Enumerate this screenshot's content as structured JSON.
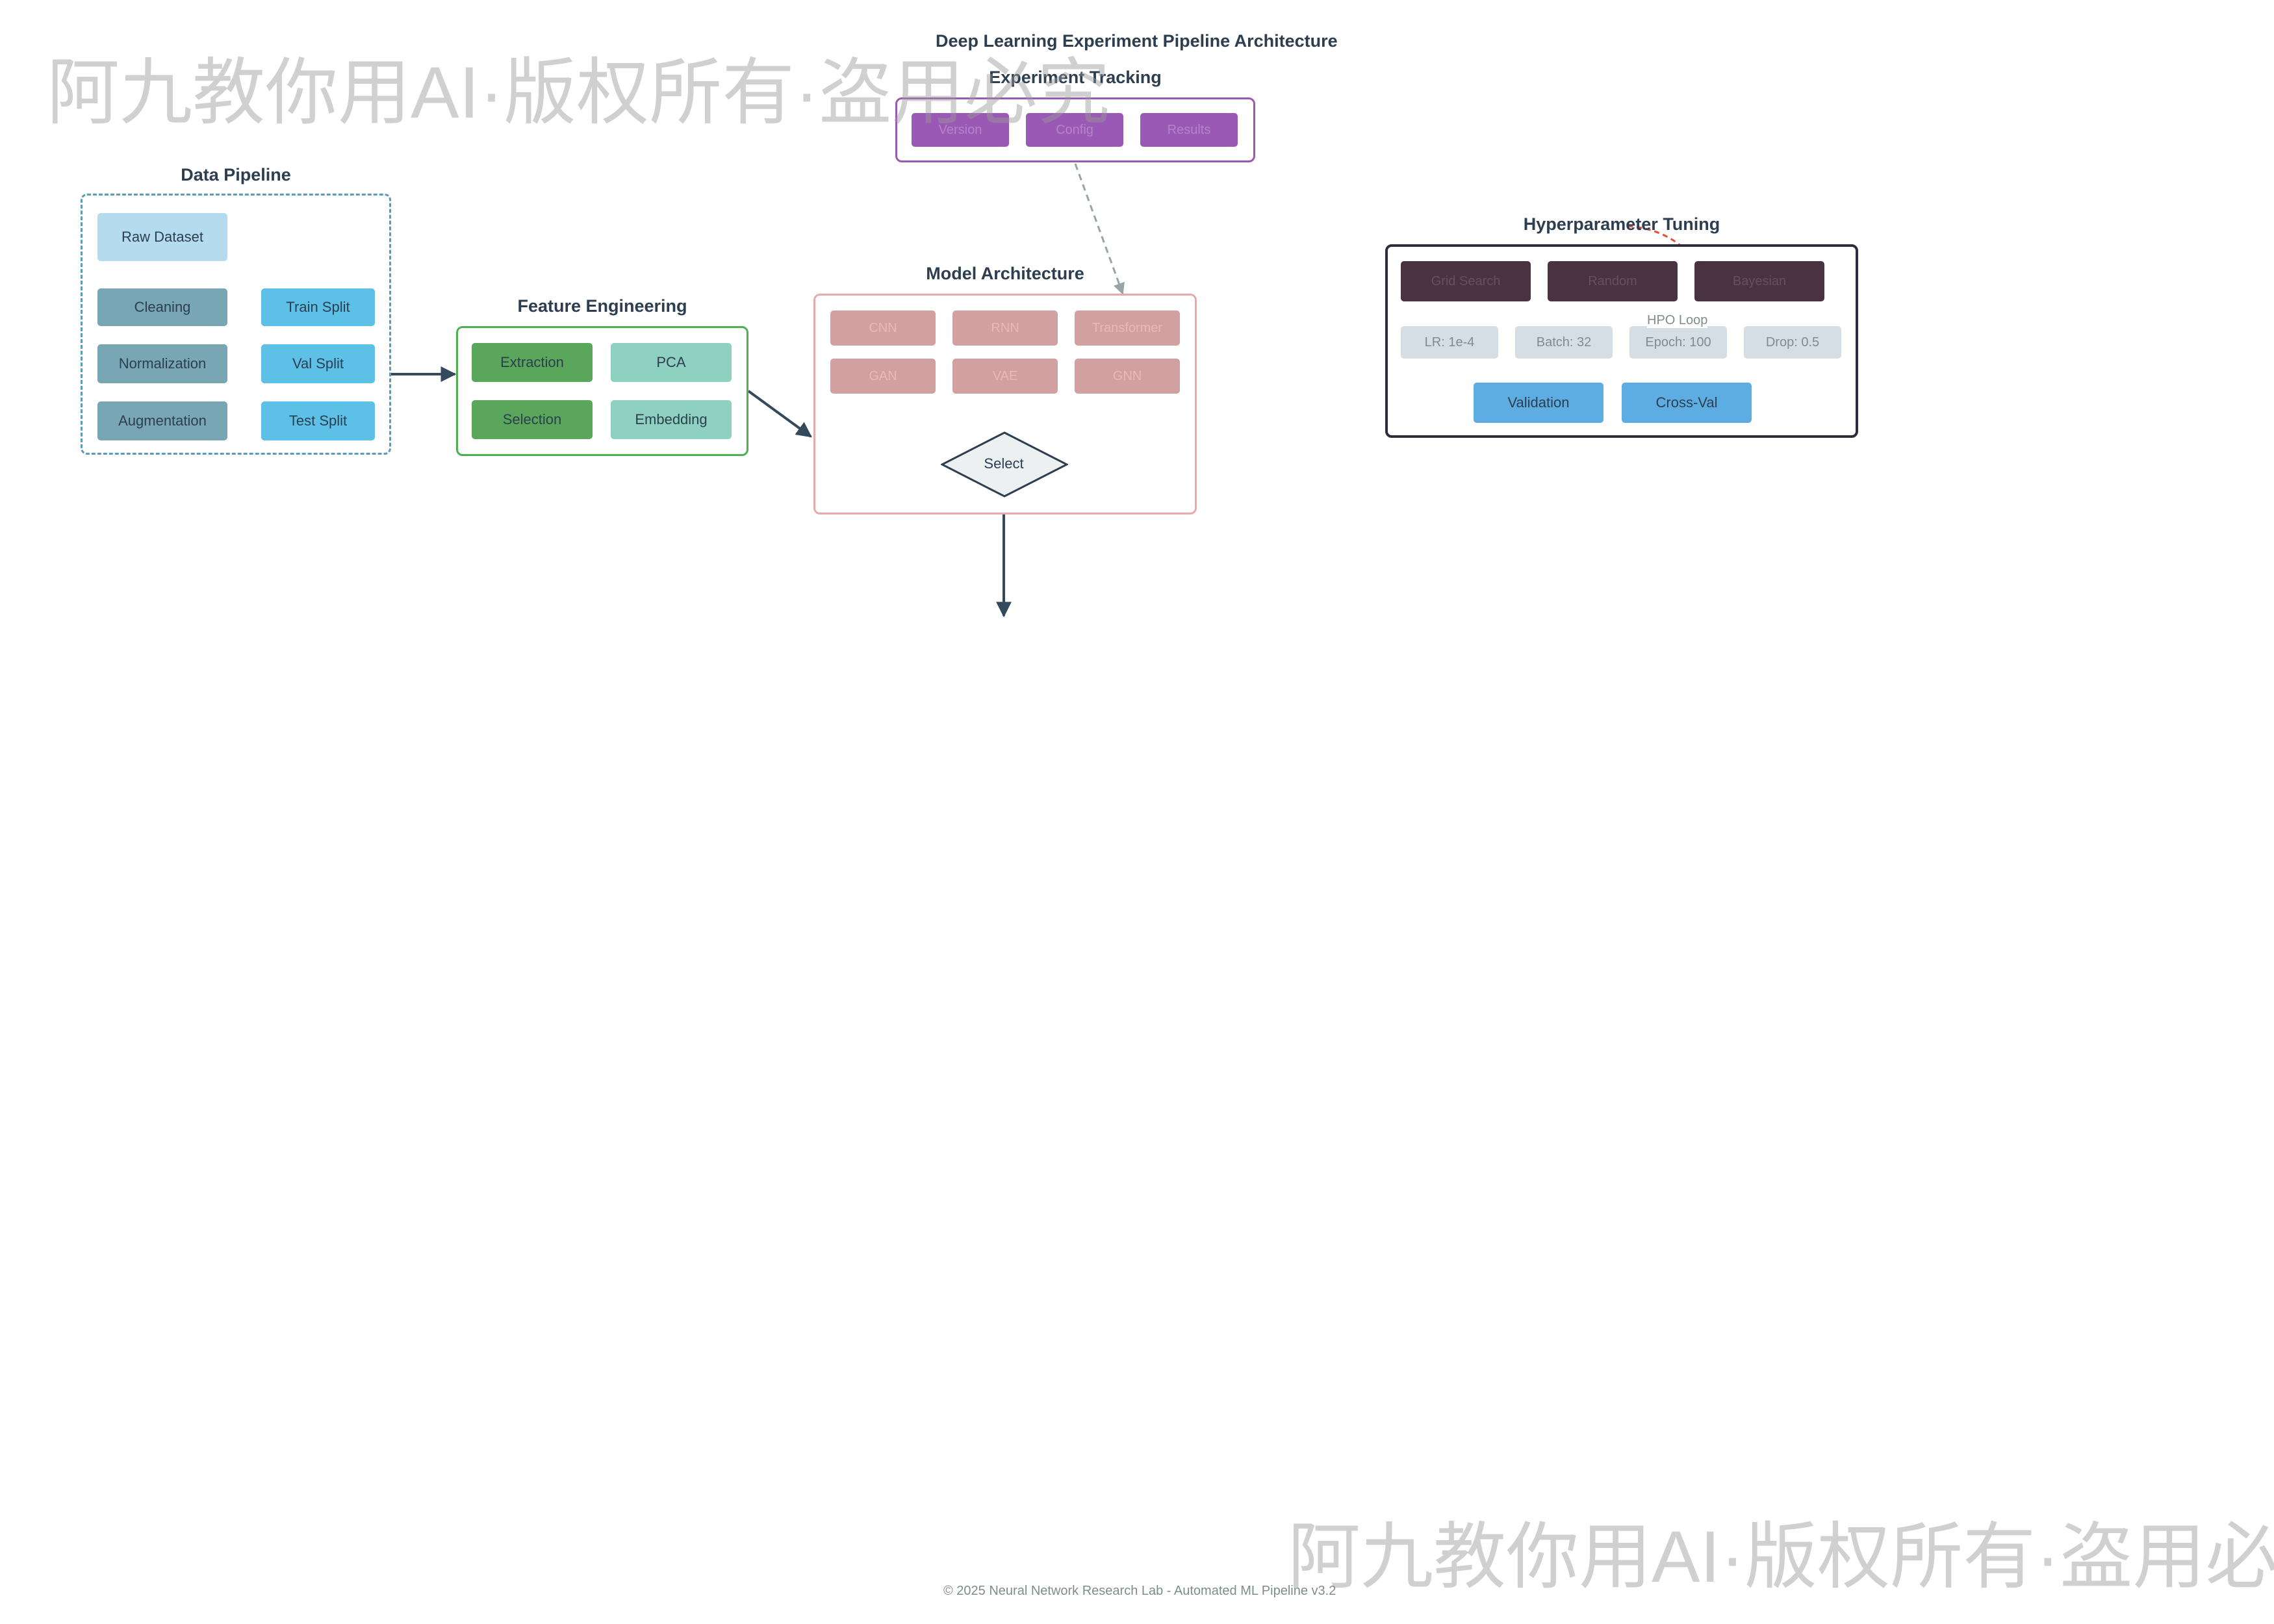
{
  "diagram_title": "Deep Learning Experiment Pipeline Architecture",
  "watermark": "阿九教你用AI·版权所有·盗用必究",
  "footer": "© 2025 Neural Network Research Lab - Automated ML Pipeline v3.2",
  "colors": {
    "edge": "#34495e",
    "dashed_edge": "#95a5a6",
    "loop": "#e74c3c"
  },
  "groups": {
    "data_pipeline": {
      "title": "Data Pipeline",
      "nodes": {
        "raw": "Raw Dataset",
        "cleaning": "Cleaning",
        "normalization": "Normalization",
        "augmentation": "Augmentation",
        "train": "Train Split",
        "val": "Val Split",
        "test": "Test Split"
      }
    },
    "feature_engineering": {
      "title": "Feature Engineering",
      "nodes": {
        "extraction": "Extraction",
        "pca": "PCA",
        "selection": "Selection",
        "embedding": "Embedding"
      }
    },
    "experiment_tracking": {
      "title": "Experiment Tracking",
      "nodes": {
        "version": "Version",
        "config": "Config",
        "results": "Results"
      }
    },
    "model_architecture": {
      "title": "Model Architecture",
      "nodes": {
        "cnn": "CNN",
        "rnn": "RNN",
        "transformer": "Transformer",
        "gan": "GAN",
        "vae": "VAE",
        "gnn": "GNN",
        "select": "Select"
      }
    },
    "hyperparameter_tuning": {
      "title": "Hyperparameter Tuning",
      "loop_label": "HPO Loop",
      "nodes": {
        "grid": "Grid Search",
        "random": "Random",
        "bayesian": "Bayesian",
        "lr": "LR: 1e-4",
        "batch": "Batch: 32",
        "epoch": "Epoch: 100",
        "drop": "Drop: 0.5",
        "validation": "Validation",
        "crossval": "Cross-Val"
      }
    }
  }
}
